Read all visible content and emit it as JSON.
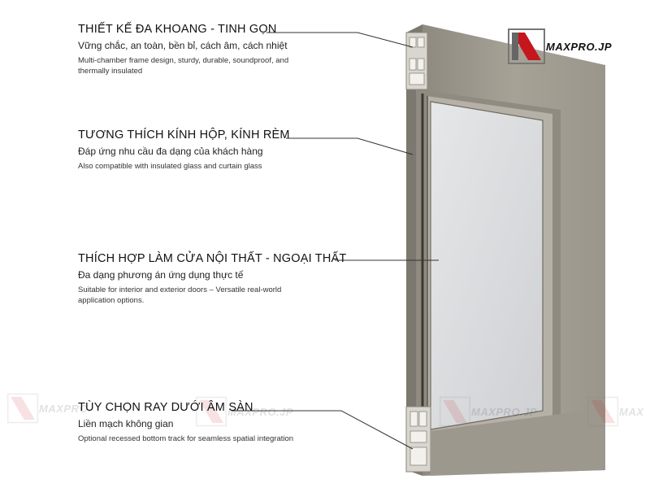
{
  "features": [
    {
      "title": "THIẾT KẾ ĐA KHOANG - TINH GỌN",
      "subtitle": "Vững chắc, an toàn, bền bỉ, cách âm, cách nhiệt",
      "desc": "Multi-chamber frame design, sturdy, durable, soundproof, and thermally insulated"
    },
    {
      "title": "TƯƠNG THÍCH KÍNH HỘP, KÍNH RÈM",
      "subtitle": "Đáp ứng nhu cầu đa dạng của khách hàng",
      "desc": "Also compatible with insulated glass and curtain glass"
    },
    {
      "title": "THÍCH HỢP LÀM CỬA NỘI THẤT - NGOẠI THẤT",
      "subtitle": "Đa dạng phương án ứng dụng thực tế",
      "desc": "Suitable for interior and exterior doors – Versatile real-world application options."
    },
    {
      "title": "TÙY CHỌN RAY DƯỚI ÂM SÀN",
      "subtitle": "Liền mạch không gian",
      "desc": "Optional recessed bottom track for seamless spatial integration"
    }
  ],
  "brand": {
    "name": "MAXPRO.JP"
  },
  "colors": {
    "frame": "#a19d92",
    "glass": "#d9dadc",
    "accent": "#c4161c"
  }
}
